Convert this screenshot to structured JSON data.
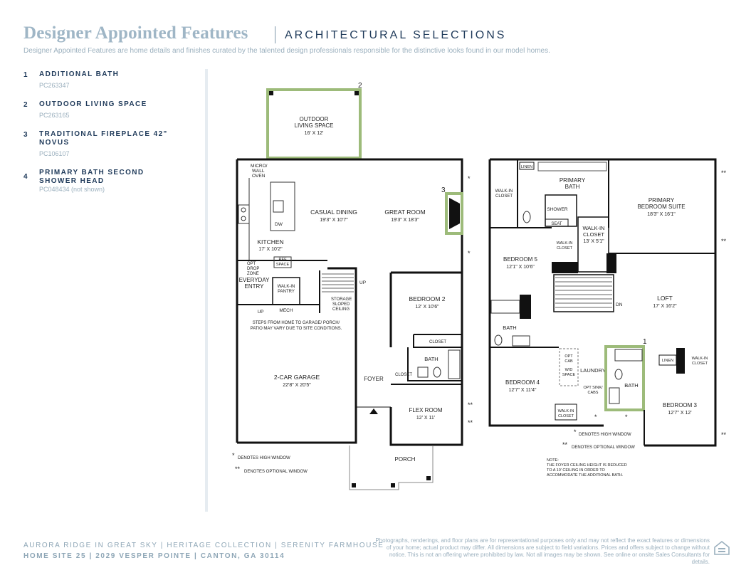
{
  "header": {
    "title": "Designer Appointed Features",
    "subtitle": "ARCHITECTURAL SELECTIONS",
    "description": "Designer Appointed Features are home details and finishes curated by the talented design professionals responsible for the distinctive looks found in our model homes."
  },
  "features": [
    {
      "num": "1",
      "name": "ADDITIONAL BATH",
      "code": "PC263347"
    },
    {
      "num": "2",
      "name": "OUTDOOR LIVING SPACE",
      "code": "PC263165"
    },
    {
      "num": "3",
      "name": "TRADITIONAL FIREPLACE 42\" NOVUS",
      "code": "PC106107"
    },
    {
      "num": "4",
      "name": "PRIMARY BATH SECOND SHOWER HEAD",
      "code": "PC048434 (not shown)"
    }
  ],
  "plan": {
    "markers": {
      "m1": "1",
      "m2": "2",
      "m3": "3"
    },
    "first_floor": {
      "outdoor_living": "OUTDOOR",
      "outdoor_living2": "LIVING SPACE",
      "outdoor_dim": "16' X 12'",
      "micro1": "MICRO/",
      "micro2": "WALL",
      "micro3": "OVEN",
      "casual_dining": "CASUAL DINING",
      "casual_dining_dim": "19'3\" X 10'7\"",
      "great_room": "GREAT ROOM",
      "great_room_dim": "19'3\" X 18'3\"",
      "dw": "DW",
      "kitchen": "KITCHEN",
      "kitchen_dim": "17' X 10'2\"",
      "ref1": "REF",
      "ref2": "SPACE",
      "opt1": "OPT",
      "opt2": "DROP",
      "opt3": "ZONE",
      "everyday1": "EVERYDAY",
      "everyday2": "ENTRY",
      "walkin1": "WALK-IN",
      "walkin2": "PANTRY",
      "up": "UP",
      "up2": "UP",
      "mech": "MECH",
      "storage1": "STORAGE",
      "storage2": "SLOPED",
      "storage3": "CEILING",
      "bedroom2": "BEDROOM 2",
      "bedroom2_dim": "12' X 10'6\"",
      "steps1": "STEPS FROM HOME TO GARAGE/ PORCH/",
      "steps2": "PATIO MAY VARY DUE TO SITE CONDITIONS.",
      "closet": "CLOSET",
      "closet2": "CLOSET",
      "bath": "BATH",
      "garage": "2-CAR GARAGE",
      "garage_dim": "22'8\" X 20'5\"",
      "foyer": "FOYER",
      "flex": "FLEX ROOM",
      "flex_dim": "12' X 11'",
      "porch": "PORCH",
      "note_star": "DENOTES HIGH WINDOW",
      "note_dstar": "DENOTES OPTIONAL WINDOW"
    },
    "second_floor": {
      "linen": "LINEN",
      "primary_bath1": "PRIMARY",
      "primary_bath2": "BATH",
      "walkin_a1": "WALK-IN",
      "walkin_a2": "CLOSET",
      "shower": "SHOWER",
      "seat": "SEAT",
      "suite1": "PRIMARY",
      "suite2": "BEDROOM SUITE",
      "suite_dim": "18'3\" X 16'1\"",
      "walkin_b1": "WALK-IN",
      "walkin_b2": "CLOSET",
      "walkin_b_dim": "13' X 5'1\"",
      "walkin_c1": "WALK-IN",
      "walkin_c2": "CLOSET",
      "bedroom5": "BEDROOM 5",
      "bedroom5_dim": "12'1\" X 10'6\"",
      "loft": "LOFT",
      "loft_dim": "17' X 16'2\"",
      "dn": "DN",
      "bath_a": "BATH",
      "optcab1": "OPT",
      "optcab2": "CAB",
      "wd1": "W/D",
      "wd2": "SPACE",
      "laundry": "LAUNDRY",
      "optsink1": "OPT SINK/",
      "optsink2": "CABS",
      "bath_b": "BATH",
      "linen2": "LINEN",
      "walkin_d1": "WALK-IN",
      "walkin_d2": "CLOSET",
      "bedroom4": "BEDROOM 4",
      "bedroom4_dim": "12'7\" X 11'4\"",
      "walkin_e1": "WALK-IN",
      "walkin_e2": "CLOSET",
      "bedroom3": "BEDROOM 3",
      "bedroom3_dim": "12'7\" X 12'",
      "note_star": "DENOTES HIGH WINDOW",
      "note_dstar": "DENOTES OPTIONAL WINDOW",
      "note1": "NOTE:",
      "note2": "THE FOYER CEILING HEIGHT IS REDUCED",
      "note3": "TO A 10' CEILING IN ORDER TO",
      "note4": "ACCOMMODATE THE ADDITIONAL BATH."
    },
    "star": "*",
    "dstar": "**"
  },
  "footer": {
    "line1": "AURORA RIDGE IN GREAT SKY  |  HERITAGE COLLECTION  |  SERENITY FARMHOUSE",
    "line2": "HOME SITE 25  |  2029 VESPER POINTE  |  CANTON, GA 30114",
    "disclaimer": "Photographs, renderings, and floor plans are for representational purposes only and may not reflect the exact features or dimensions of your home; actual product may differ. All dimensions are subject to field variations. Prices and offers subject to change without notice. This is not an offering where prohibited by law. Not all images may be shown. See online or onsite Sales Consultants for details."
  },
  "colors": {
    "brand_light": "#9fb6c6",
    "navy": "#1f3a5a",
    "highlight_green": "#9dbb7a"
  },
  "icons": {
    "equal_housing": "equal-housing-icon"
  }
}
